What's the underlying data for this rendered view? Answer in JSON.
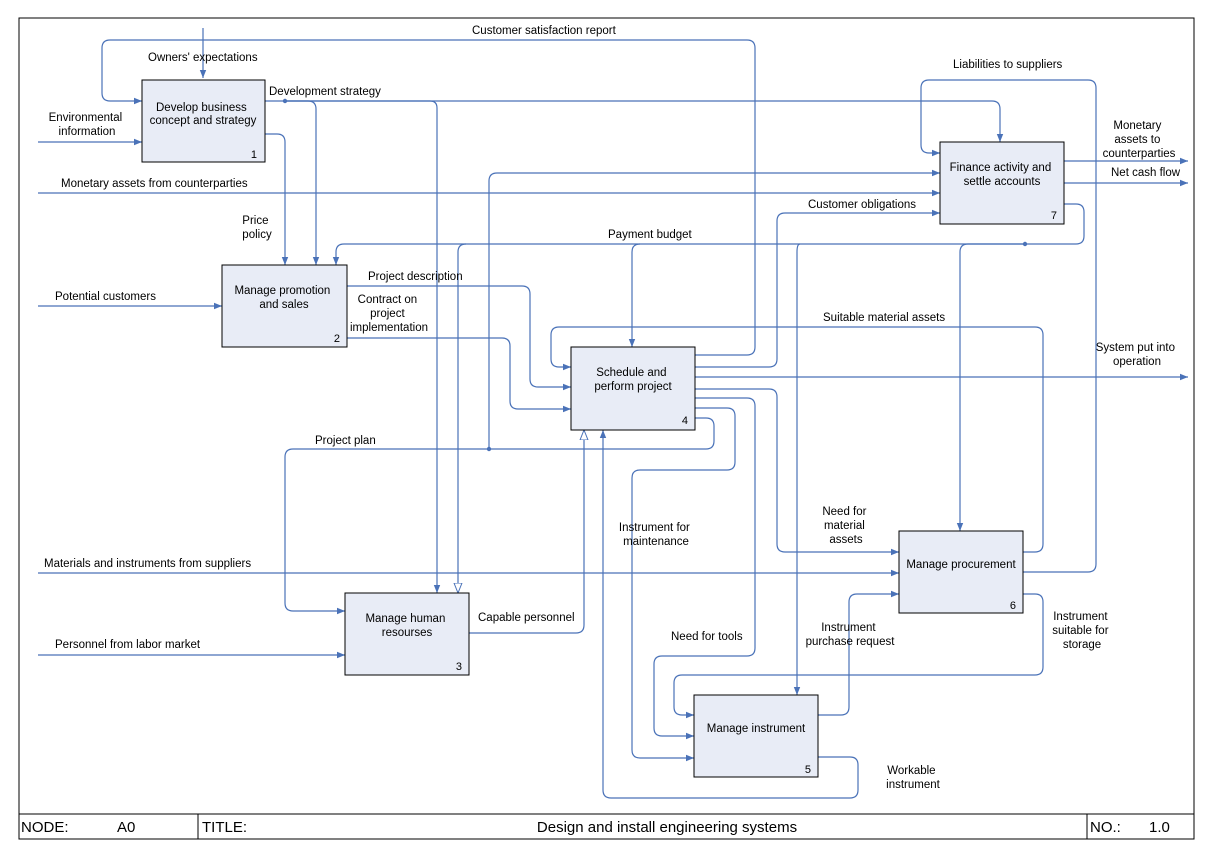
{
  "activities": [
    {
      "id": "1",
      "lines": [
        "Develop business",
        "concept and strategy"
      ]
    },
    {
      "id": "2",
      "lines": [
        "Manage promotion",
        "and sales"
      ]
    },
    {
      "id": "3",
      "lines": [
        "Manage human",
        "resourses"
      ]
    },
    {
      "id": "4",
      "lines": [
        "Schedule and",
        "perform project"
      ]
    },
    {
      "id": "5",
      "lines": [
        "Manage instrument"
      ]
    },
    {
      "id": "6",
      "lines": [
        "Manage procurement"
      ]
    },
    {
      "id": "7",
      "lines": [
        "Finance activity and",
        "settle accounts"
      ]
    }
  ],
  "labels": {
    "customer_satisfaction": [
      "Customer satisfaction report"
    ],
    "owners_expectations": [
      "Owners' expectations"
    ],
    "development_strategy": [
      "Development strategy"
    ],
    "environmental_info": [
      "Environmental",
      "information"
    ],
    "liabilities": [
      "Liabilities to suppliers"
    ],
    "monetary_to_counterparties": [
      "Monetary",
      "assets to",
      "counterparties"
    ],
    "net_cash_flow": [
      "Net cash flow"
    ],
    "monetary_from_counterparties": [
      "Monetary assets from counterparties"
    ],
    "customer_obligations": [
      "Customer obligations"
    ],
    "price_policy": [
      "Price",
      "policy"
    ],
    "payment_budget": [
      "Payment budget"
    ],
    "project_description": [
      "Project description"
    ],
    "potential_customers": [
      "Potential customers"
    ],
    "contract": [
      "Contract on",
      "project",
      "implementation"
    ],
    "suitable_material": [
      "Suitable material assets"
    ],
    "system_operation": [
      "System put into",
      "operation"
    ],
    "project_plan": [
      "Project plan"
    ],
    "instrument_maintenance": [
      "Instrument for",
      "maintenance"
    ],
    "need_material": [
      "Need for",
      "material",
      "assets"
    ],
    "materials_from_suppliers": [
      "Materials and instruments from suppliers"
    ],
    "capable_personnel": [
      "Capable personnel"
    ],
    "instrument_storage": [
      "Instrument",
      "suitable for",
      "storage"
    ],
    "need_tools": [
      "Need for tools"
    ],
    "purchase_request": [
      "Instrument",
      "purchase request"
    ],
    "personnel_market": [
      "Personnel from labor market"
    ],
    "workable_instrument": [
      "Workable",
      "instrument"
    ]
  },
  "footer": {
    "node_label": "NODE:",
    "node_value": "A0",
    "title_label": "TITLE:",
    "title_value": "Design and install engineering systems",
    "no_label": "NO.:",
    "no_value": "1.0"
  },
  "colors": {
    "flow": "#4a72b8",
    "box_fill": "#e8ecf6"
  }
}
